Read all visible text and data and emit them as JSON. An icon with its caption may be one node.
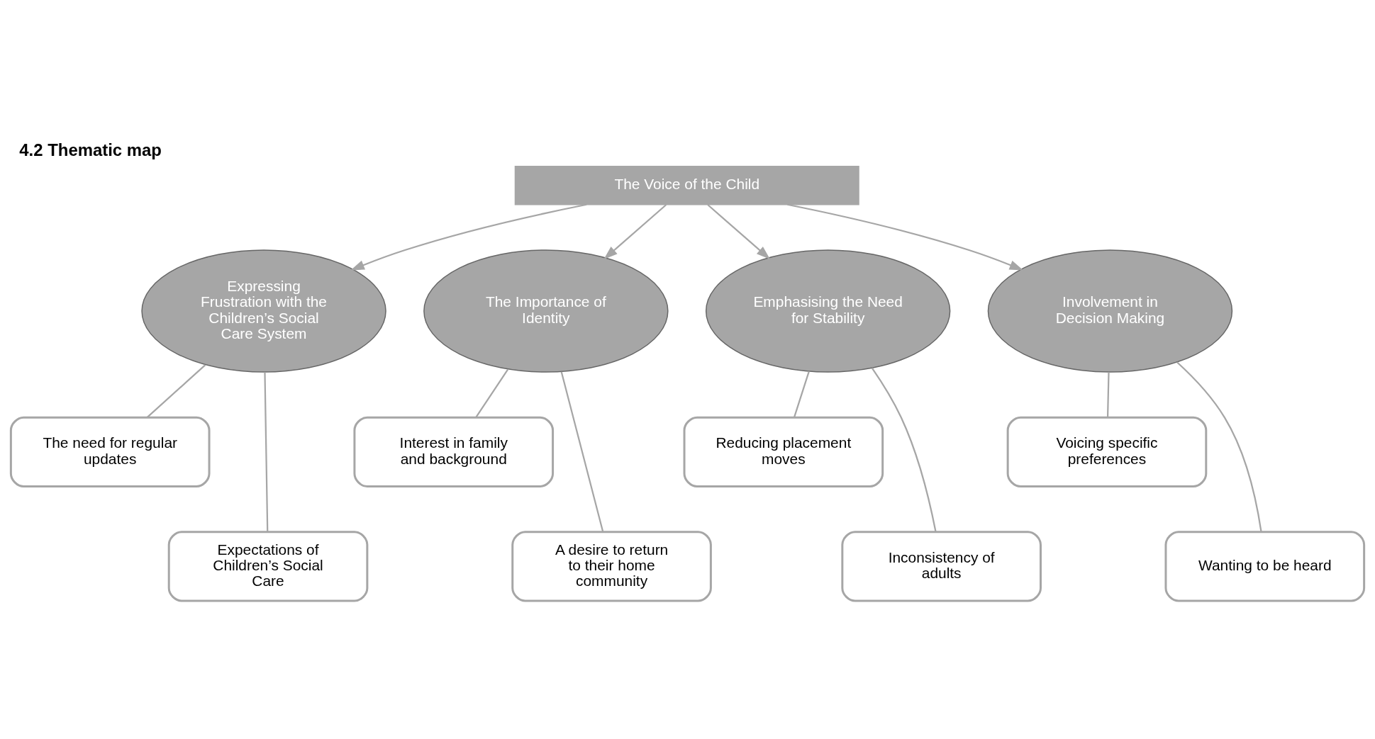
{
  "diagram": {
    "title": "4.2 Thematic map",
    "nodes": [
      {
        "text": [
          "The Voice of the Child"
        ]
      },
      {
        "text": [
          "Expressing Frustration with the Children’s Social Care System"
        ]
      },
      {
        "text": [
          "The Importance of Identity"
        ]
      },
      {
        "text": [
          "Emphasising the Need for Stability"
        ]
      },
      {
        "text": [
          "Involvement in Decision Making"
        ]
      },
      {
        "text": [
          "The need for regular updates"
        ]
      },
      {
        "text": [
          "Expectations of Children’s Social Care"
        ]
      },
      {
        "text": [
          "Interest in family and background"
        ]
      },
      {
        "text": [
          "A desire to return to their home community"
        ]
      },
      {
        "text": [
          "Reducing placement moves"
        ]
      },
      {
        "text": [
          "Inconsistency of adults"
        ]
      },
      {
        "text": [
          "Voicing specific preferences"
        ]
      },
      {
        "text": [
          "Wanting to be heard"
        ]
      }
    ],
    "edges": [
      {
        "from": 0,
        "to": 1,
        "arrow": "to"
      },
      {
        "from": 0,
        "to": 2,
        "arrow": "to"
      },
      {
        "from": 0,
        "to": 3,
        "arrow": "to"
      },
      {
        "from": 0,
        "to": 4,
        "arrow": "to"
      },
      {
        "from": 1,
        "to": 5,
        "arrow": "none"
      },
      {
        "from": 1,
        "to": 6,
        "arrow": "none"
      },
      {
        "from": 2,
        "to": 7,
        "arrow": "none"
      },
      {
        "from": 2,
        "to": 8,
        "arrow": "none"
      },
      {
        "from": 3,
        "to": 9,
        "arrow": "none"
      },
      {
        "from": 3,
        "to": 10,
        "arrow": "none"
      },
      {
        "from": 4,
        "to": 11,
        "arrow": "none"
      },
      {
        "from": 4,
        "to": 12,
        "arrow": "none"
      }
    ]
  }
}
